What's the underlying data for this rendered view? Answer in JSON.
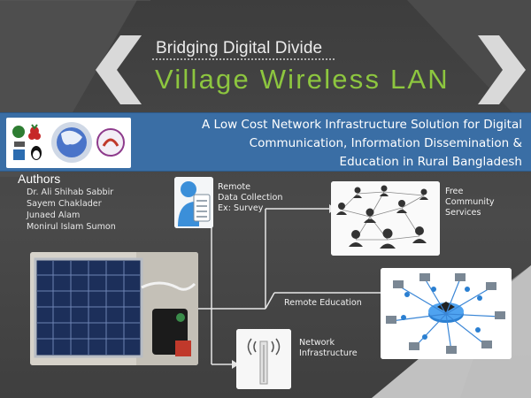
{
  "title": {
    "subtitle": "Bridging Digital Divide",
    "main": "Village Wireless LAN"
  },
  "banner": {
    "line1": "A Low Cost Network Infrastructure Solution for Digital",
    "line2": "Communication, Information Dissemination &",
    "line3": "Education in Rural Bangladesh"
  },
  "authors": {
    "heading": "Authors",
    "names": [
      "Dr. Ali Shihab Sabbir",
      "Sayem Chaklader",
      "Junaed Alam",
      "Monirul Islam Sumon"
    ]
  },
  "nodes": {
    "remote_data": [
      "Remote",
      "Data Collection",
      "Ex: Survey"
    ],
    "community": [
      "Free",
      "Community",
      "Services"
    ],
    "education": "Remote Education",
    "network": [
      "Network",
      "Infrastructure"
    ]
  },
  "colors": {
    "background": "#444444",
    "accent_green": "#8dc63f",
    "banner_blue": "#3a6ea5",
    "chevron": "#d9d9d9"
  },
  "icons": [
    "linux-tux-icon",
    "raspberry-pi-icon",
    "open-source-icon",
    "survey-person-icon",
    "people-network-icon",
    "cell-tower-icon",
    "education-network-icon",
    "solar-panel-image"
  ]
}
